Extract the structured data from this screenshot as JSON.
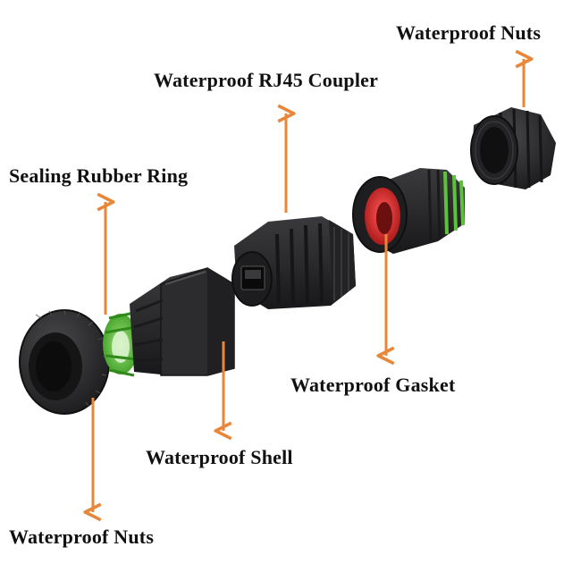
{
  "labels": {
    "nuts_top": "Waterproof Nuts",
    "coupler": "Waterproof RJ45 Coupler",
    "sealing_ring": "Sealing Rubber Ring",
    "gasket": "Waterproof Gasket",
    "shell": "Waterproof Shell",
    "nuts_bottom": "Waterproof Nuts"
  },
  "colors": {
    "arrow": "#e8873a",
    "body": "#2b2b2d",
    "ring_green": "#5cc23a",
    "gasket_red": "#e23434"
  }
}
